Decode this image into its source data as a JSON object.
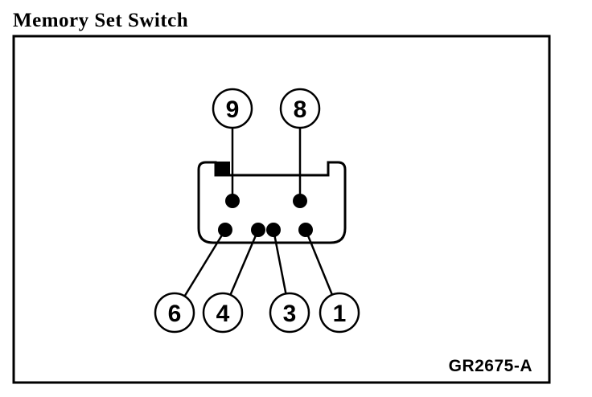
{
  "title": "Memory Set Switch",
  "figure_code": "GR2675-A",
  "colors": {
    "ink": "#000000",
    "paper": "#ffffff"
  },
  "diagram": {
    "type": "connector-pinout",
    "callouts": [
      {
        "label": "9",
        "row": "top"
      },
      {
        "label": "8",
        "row": "top"
      },
      {
        "label": "6",
        "row": "bottom"
      },
      {
        "label": "4",
        "row": "bottom"
      },
      {
        "label": "3",
        "row": "bottom"
      },
      {
        "label": "1",
        "row": "bottom"
      }
    ]
  }
}
